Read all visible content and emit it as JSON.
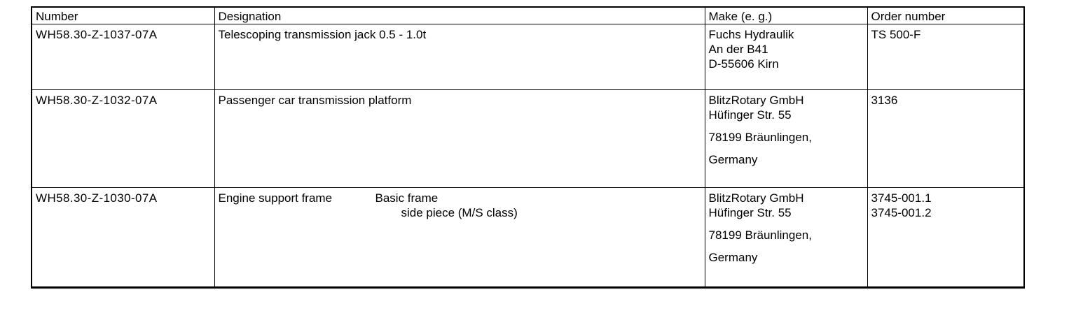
{
  "table": {
    "headers": {
      "number": "Number",
      "designation": "Designation",
      "make": "Make (e. g.)",
      "order": "Order number"
    },
    "rows": [
      {
        "number": "WH58.30-Z-1037-07A",
        "designation": "Telescoping transmission jack 0.5 - 1.0t",
        "make": [
          "Fuchs Hydraulik",
          "An der B41",
          "D-55606 Kirn"
        ],
        "order": [
          "TS 500-F"
        ]
      },
      {
        "number": "WH58.30-Z-1032-07A",
        "designation": "Passenger car transmission platform",
        "make": [
          "BlitzRotary GmbH",
          "Hüfinger Str. 55",
          "78199 Bräunlingen,",
          "Germany"
        ],
        "order": [
          "3136"
        ]
      },
      {
        "number": "WH58.30-Z-1030-07A",
        "designation": "Engine support frame",
        "designation_detail": [
          "Basic frame",
          "side piece (M/S class)"
        ],
        "make": [
          "BlitzRotary GmbH",
          "Hüfinger Str. 55",
          "78199 Bräunlingen,",
          "Germany"
        ],
        "order": [
          "3745-001.1",
          "3745-001.2"
        ]
      }
    ]
  }
}
